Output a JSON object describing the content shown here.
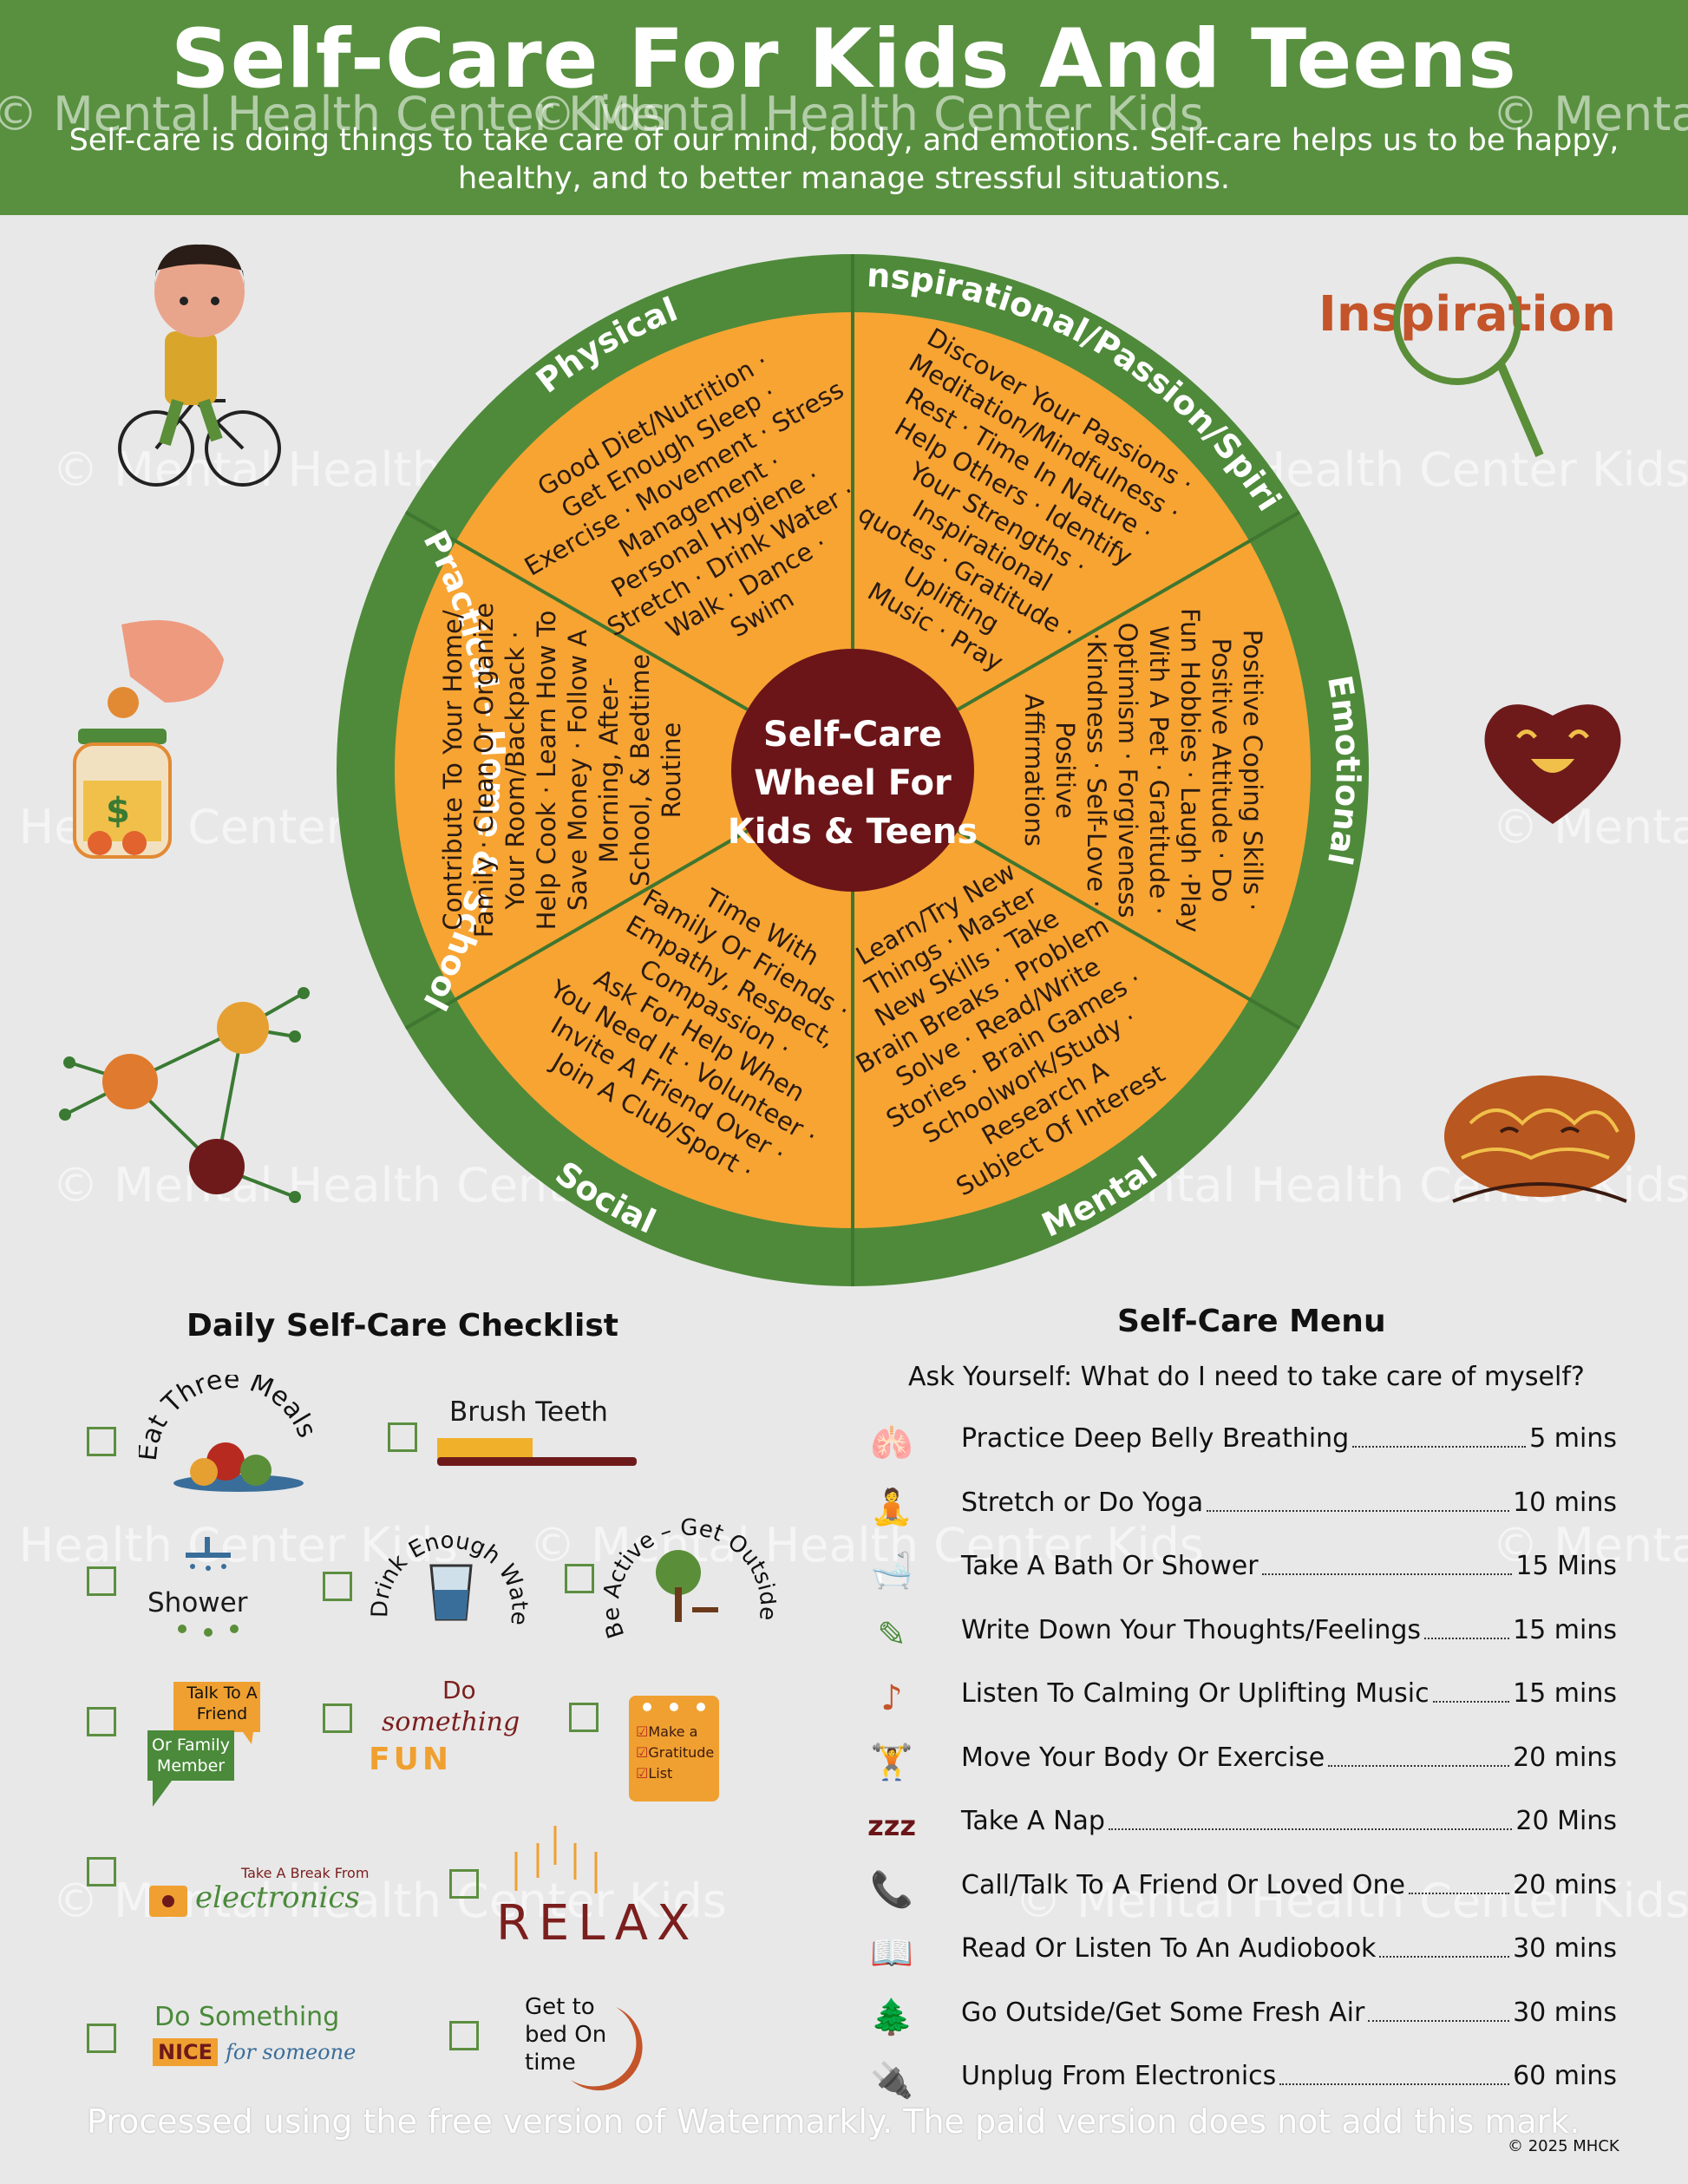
{
  "header": {
    "title": "Self-Care For Kids And Teens",
    "subtitle": "Self-care is doing things to take care of our mind, body, and emotions.  Self-care helps us to be happy, healthy, and to better manage stressful situations."
  },
  "watermark": "© Mental Health Center Kids",
  "inspiration_label": "Inspiration",
  "wheel": {
    "center": [
      "Self-Care",
      "Wheel For",
      "Kids & Teens"
    ],
    "sections": [
      {
        "title": "Physical",
        "lines": [
          "Good Diet/Nutrition ·",
          "Get Enough Sleep ·",
          "Exercise · Movement · Stress",
          "Management ·",
          "Personal Hygiene ·",
          "Stretch · Drink Water ·",
          "Walk · Dance ·",
          "Swim"
        ]
      },
      {
        "title": "Inspirational/Passion/Spirit",
        "lines": [
          "Discover Your Passions ·",
          "Meditation/Mindfulness ·",
          "Rest · Time In Nature ·",
          "Help Others · Identify",
          "Your Strengths ·",
          "Inspirational",
          "quotes · Gratitude ·",
          "Uplifting",
          "Music · Pray"
        ]
      },
      {
        "title": "Emotional",
        "lines": [
          "Positive Coping Skills ·",
          "Positive Attitude · Do",
          "Fun Hobbies · Laugh ·Play",
          "With A Pet · Gratitude ·",
          "Optimism · Forgiveness",
          "·Kindness · Self-Love ·",
          "Positive",
          "Affirmations"
        ]
      },
      {
        "title": "Mental",
        "lines": [
          "Learn/Try New",
          "Things · Master",
          "New Skills · Take",
          "Brain Breaks · Problem",
          "Solve · Read/Write",
          "Stories · Brain Games ·",
          "Schoolwork/Study ·",
          "Research A",
          "Subject Of Interest"
        ]
      },
      {
        "title": "Social",
        "lines": [
          "Time With",
          "Family Or Friends ·",
          "Empathy, Respect,",
          "Compassion ·",
          "Ask For Help When",
          "You Need It · Volunteer ·",
          "Invite A Friend Over ·",
          "Join A Club/Sport ·"
        ]
      },
      {
        "title": "Practical – Home & School",
        "lines": [
          "Contribute To Your Home/",
          "Family · Clean Or Organize",
          "Your Room/Backpack ·",
          "Help Cook · Learn How To",
          "Save Money · Follow A",
          "Morning, After-",
          "School, & Bedtime",
          "Routine"
        ]
      }
    ]
  },
  "checklist": {
    "title": "Daily Self-Care Checklist",
    "items": {
      "eat": "Eat Three Meals",
      "brush": "Brush Teeth",
      "shower": "Shower",
      "water": "Drink Enough Water",
      "active": "Be Active – Get Outside",
      "talk_a": "Talk To A Friend",
      "talk_b": "Or Family Member",
      "fun_a": "Do",
      "fun_b": "something",
      "fun_c": "FUN",
      "gratitude_a": "Make a",
      "gratitude_b": "Gratitude",
      "gratitude_c": "List",
      "break_a": "Take A Break From",
      "break_b": "electronics",
      "relax": "RELAX",
      "nice_a": "Do Something",
      "nice_b": "NICE",
      "nice_c": "for someone",
      "bed": "Get to bed On time"
    }
  },
  "menu": {
    "title": "Self-Care Menu",
    "prompt": "Ask Yourself:  What do I need to take care of myself?",
    "items": [
      {
        "label": "Practice Deep Belly Breathing",
        "time": "5 mins",
        "icon": "lungs-icon"
      },
      {
        "label": "Stretch or Do Yoga",
        "time": "10 mins",
        "icon": "yoga-icon"
      },
      {
        "label": "Take A Bath Or Shower",
        "time": "15 Mins",
        "icon": "bathtub-icon"
      },
      {
        "label": "Write Down Your Thoughts/Feelings",
        "time": "15 mins",
        "icon": "note-icon"
      },
      {
        "label": "Listen To Calming Or Uplifting Music",
        "time": "15 mins",
        "icon": "music-note-icon"
      },
      {
        "label": "Move Your Body Or Exercise",
        "time": "20 mins",
        "icon": "dumbbell-icon"
      },
      {
        "label": "Take A Nap",
        "time": "20 Mins",
        "icon": "zzz-icon"
      },
      {
        "label": "Call/Talk To A Friend Or Loved One",
        "time": "20 mins",
        "icon": "phone-icon"
      },
      {
        "label": "Read Or Listen To An Audiobook",
        "time": "30 mins",
        "icon": "audiobook-icon"
      },
      {
        "label": "Go Outside/Get Some Fresh Air",
        "time": "30 mins",
        "icon": "tree-wind-icon"
      },
      {
        "label": "Unplug From Electronics",
        "time": "60 mins",
        "icon": "plug-icon"
      }
    ]
  },
  "footer": {
    "notice": "Processed using the free version of Watermarkly. The paid version does not add this mark.",
    "copyright": "© 2025 MHCK"
  }
}
